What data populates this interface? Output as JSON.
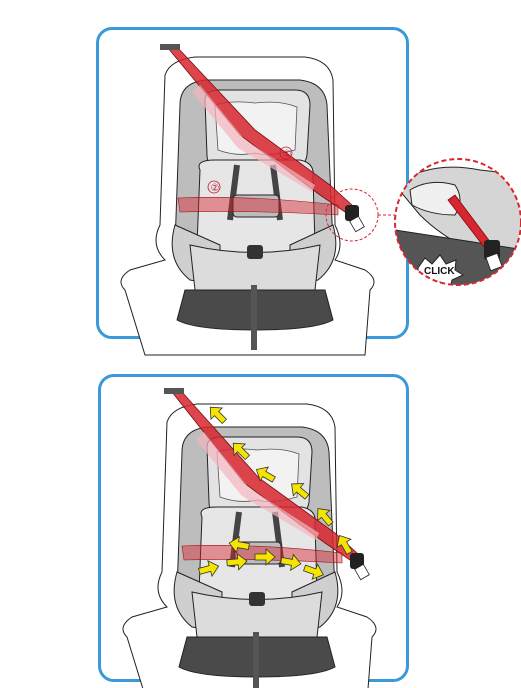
{
  "figure": {
    "panels": [
      {
        "id": "step-1",
        "callouts": [
          "①",
          "②"
        ],
        "detail_label": "CLICK"
      },
      {
        "id": "step-2",
        "arrows": 12
      }
    ],
    "colors": {
      "frame": "#3a9ad9",
      "belt": "#d8262e",
      "arrow": "#f5e400",
      "seat_shell": "#bdbdbd",
      "seat_cushion": "#e6e6e6",
      "base": "#4a4a4a"
    }
  }
}
